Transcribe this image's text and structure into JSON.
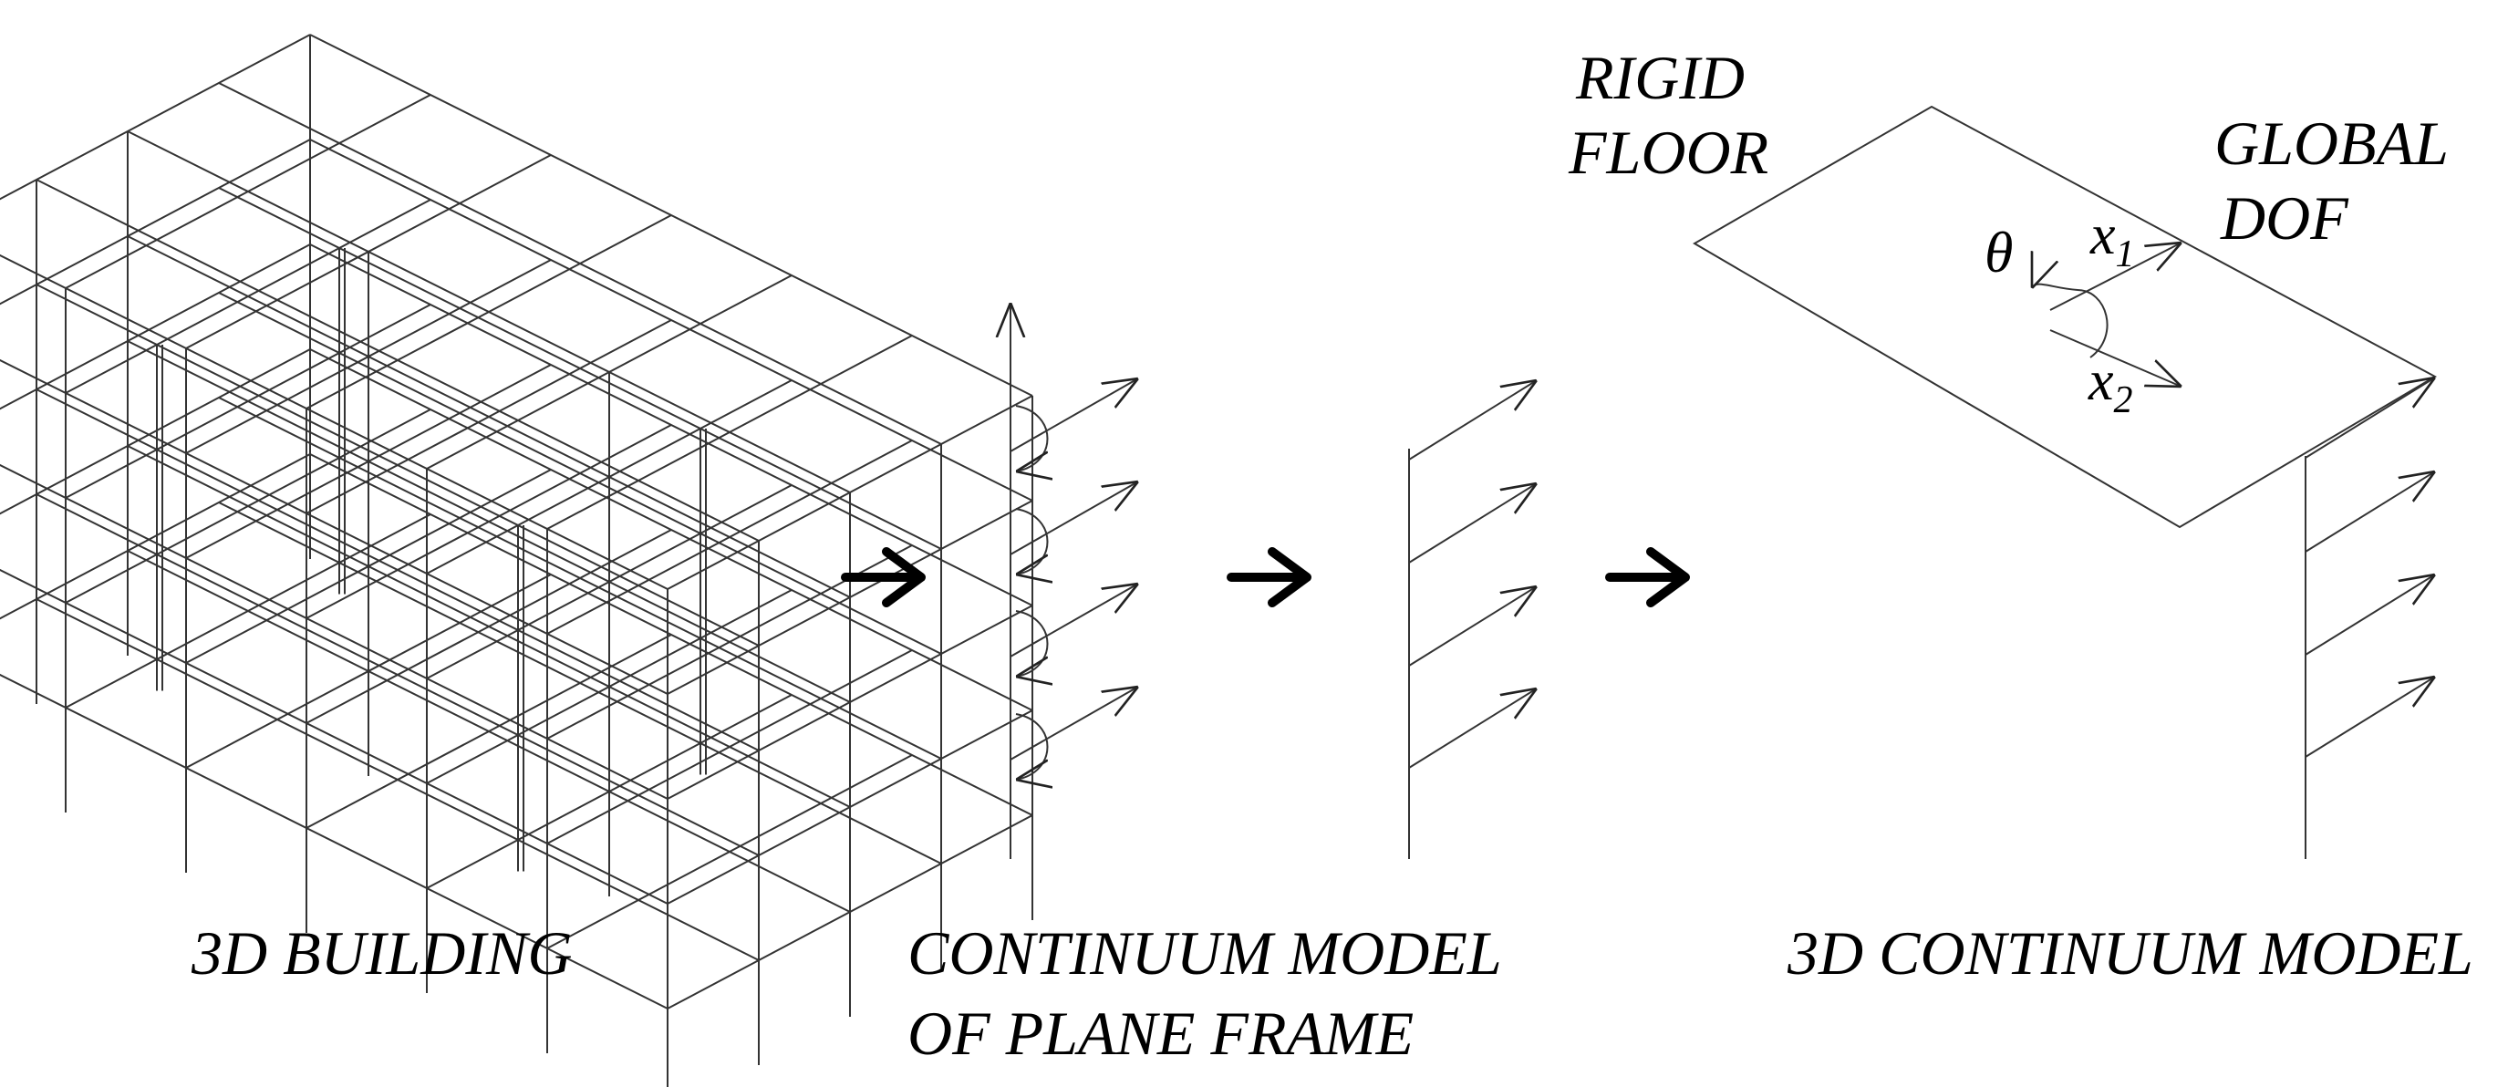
{
  "figure": {
    "building_caption": "3D BUILDING",
    "plane_frame_caption_line1": "CONTINUUM MODEL",
    "plane_frame_caption_line2": "OF PLANE FRAME",
    "continuum_caption": "3D CONTINUUM MODEL",
    "rigid_floor_line1": "RIGID",
    "rigid_floor_line2": "FLOOR",
    "global_dof_line1": "GLOBAL",
    "global_dof_line2": "DOF",
    "theta_symbol": "θ",
    "x1_letter": "x",
    "x1_sub": "1",
    "x2_letter": "x",
    "x2_sub": "2"
  },
  "colors": {
    "line": "#333333",
    "arrow": "#000000",
    "background": "#ffffff"
  },
  "icons": [
    "right-arrow-icon"
  ]
}
